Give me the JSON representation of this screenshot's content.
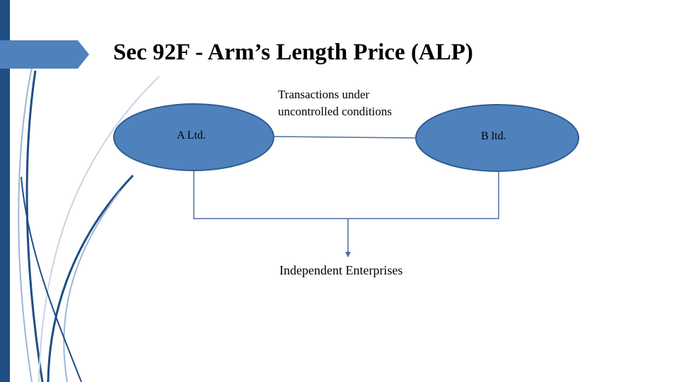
{
  "slide": {
    "title": "Sec 92F - Arm’s Length Price (ALP)"
  },
  "diagram": {
    "transactions_label": "Transactions under uncontrolled conditions",
    "entity_a": "A Ltd.",
    "entity_b": "B ltd.",
    "independent_label": "Independent Enterprises"
  },
  "colors": {
    "accent_dark": "#1f4e85",
    "ellipse_fill": "#4f81bd",
    "ellipse_stroke": "#2e5d92",
    "connector": "#4a6fa0"
  }
}
